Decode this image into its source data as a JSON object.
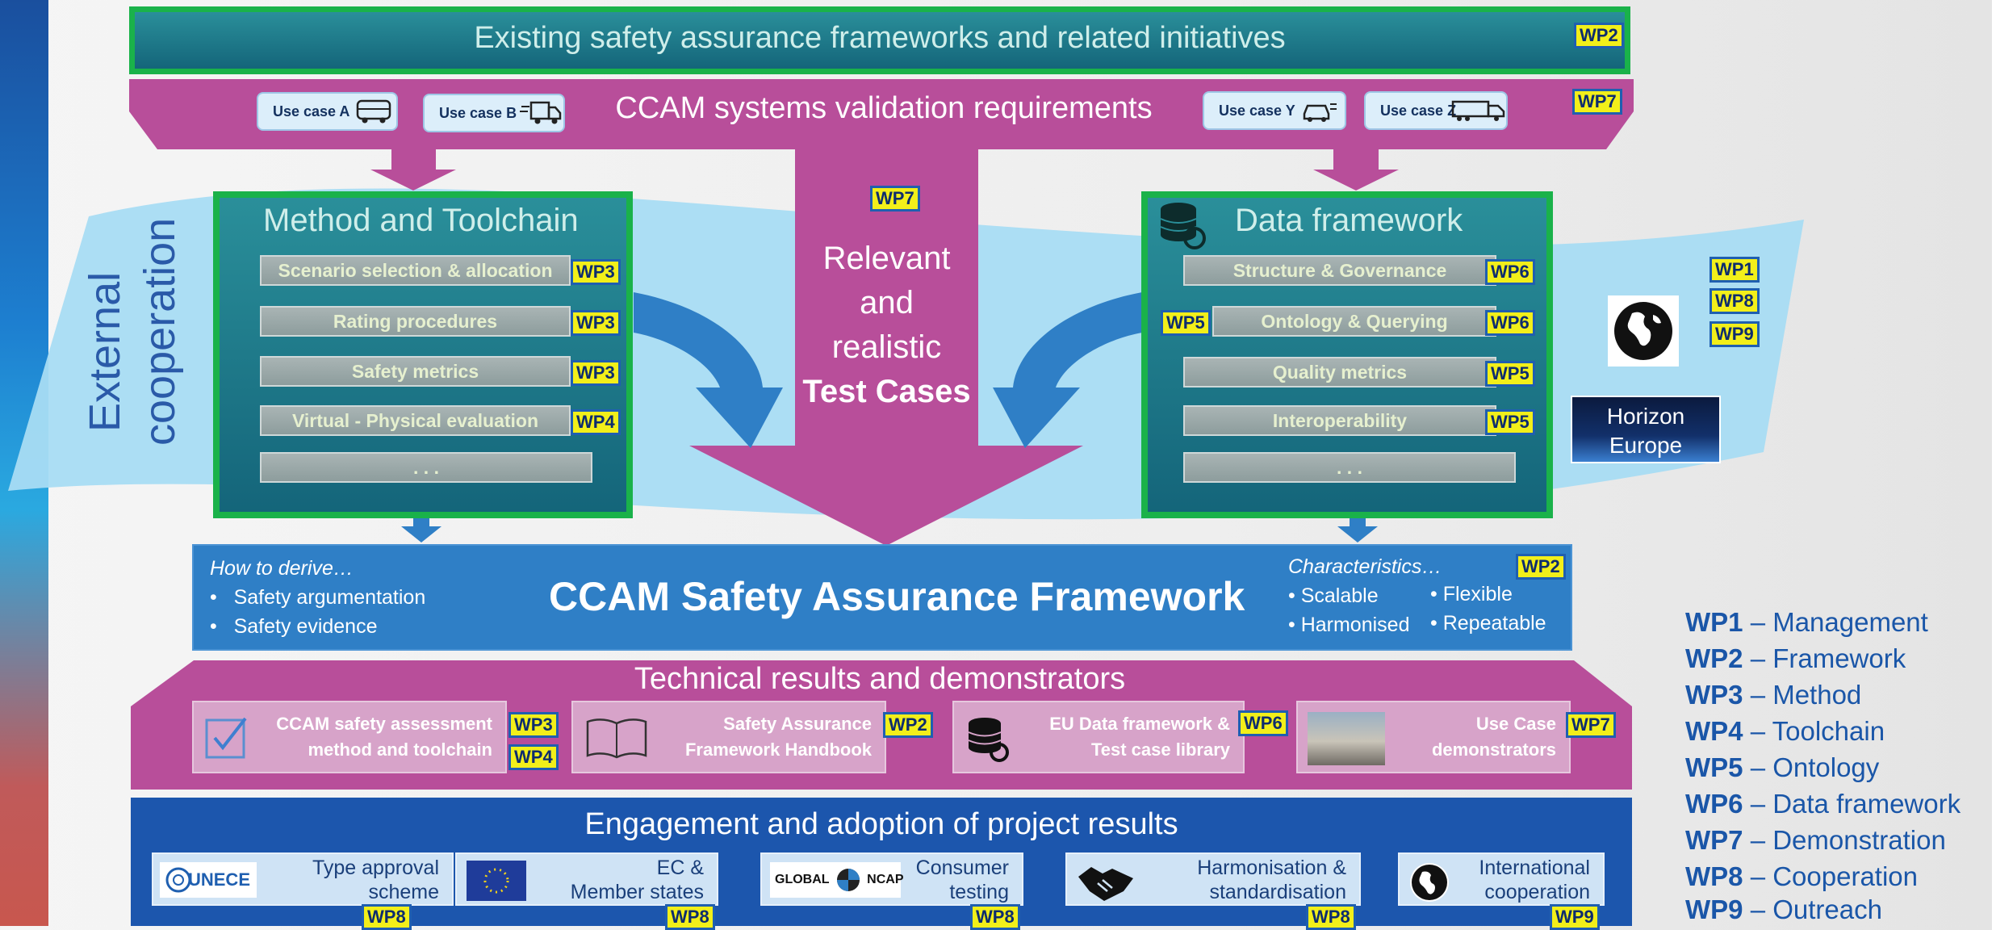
{
  "top_banner": {
    "title": "Existing safety assurance frameworks and related initiatives",
    "wp": "WP2"
  },
  "validation": {
    "title": "CCAM systems validation requirements",
    "wp": "WP7",
    "use_cases": [
      "Use case A",
      "Use case B",
      "Use case Y",
      "Use case Z"
    ]
  },
  "external": {
    "line1": "External",
    "line2": "cooperation"
  },
  "method": {
    "title": "Method and Toolchain",
    "items": [
      {
        "label": "Scenario selection & allocation",
        "wp": "WP3"
      },
      {
        "label": "Rating procedures",
        "wp": "WP3"
      },
      {
        "label": "Safety metrics",
        "wp": "WP3"
      },
      {
        "label": "Virtual - Physical evaluation",
        "wp": "WP4"
      },
      {
        "label": ". . ."
      }
    ]
  },
  "test_cases": {
    "wp": "WP7",
    "line1": "Relevant",
    "line2": "and",
    "line3": "realistic",
    "line4": "Test Cases"
  },
  "data_framework": {
    "title": "Data framework",
    "items": [
      {
        "label": "Structure & Governance",
        "wp": "WP6"
      },
      {
        "label": "Ontology & Querying",
        "wp": "WP6",
        "wp_left": "WP5"
      },
      {
        "label": "Quality metrics",
        "wp": "WP5"
      },
      {
        "label": "Interoperability",
        "wp": "WP5"
      },
      {
        "label": ". . ."
      }
    ]
  },
  "right_wps": [
    "WP1",
    "WP8",
    "WP9"
  ],
  "horizon": {
    "line1": "Horizon",
    "line2": "Europe"
  },
  "saf": {
    "title": "CCAM Safety Assurance Framework",
    "how_label": "How to derive…",
    "how_items": [
      "Safety argumentation",
      "Safety evidence"
    ],
    "char_label": "Characteristics…",
    "char_items": [
      "Scalable",
      "Flexible",
      "Harmonised",
      "Repeatable"
    ],
    "wp": "WP2"
  },
  "results": {
    "title": "Technical results and demonstrators",
    "items": [
      {
        "line1": "CCAM safety assessment",
        "line2": "method and toolchain",
        "wps": [
          "WP3",
          "WP4"
        ]
      },
      {
        "line1": "Safety Assurance",
        "line2": "Framework Handbook",
        "wps": [
          "WP2"
        ]
      },
      {
        "line1": "EU Data framework &",
        "line2": "Test case library",
        "wps": [
          "WP6"
        ]
      },
      {
        "line1": "Use Case",
        "line2": "demonstrators",
        "wps": [
          "WP7"
        ]
      }
    ]
  },
  "engagement": {
    "title": "Engagement and adoption of project results",
    "items": [
      {
        "line1": "Type approval",
        "line2": "scheme",
        "wp": "WP8",
        "logo": "UNECE"
      },
      {
        "line1": "EC &",
        "line2": "Member states",
        "wp": "WP8"
      },
      {
        "line1": "Consumer",
        "line2": "testing",
        "wp": "WP8",
        "logo1": "GLOBAL",
        "logo2": "NCAP"
      },
      {
        "line1": "Harmonisation &",
        "line2": "standardisation",
        "wp": "WP8"
      },
      {
        "line1": "International",
        "line2": "cooperation",
        "wp": "WP9"
      }
    ]
  },
  "legend": [
    {
      "wp": "WP1",
      "text": "– Management"
    },
    {
      "wp": "WP2",
      "text": "– Framework"
    },
    {
      "wp": "WP3",
      "text": "– Method"
    },
    {
      "wp": "WP4",
      "text": "– Toolchain"
    },
    {
      "wp": "WP5",
      "text": "– Ontology"
    },
    {
      "wp": "WP6",
      "text": "– Data framework"
    },
    {
      "wp": "WP7",
      "text": "– Demonstration"
    },
    {
      "wp": "WP8",
      "text": "– Cooperation"
    },
    {
      "wp": "WP9",
      "text": "– Outreach"
    }
  ]
}
